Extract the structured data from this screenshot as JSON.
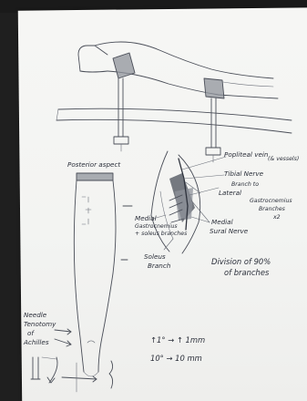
{
  "labels": {
    "posterior_aspect": "Posterior aspect",
    "popliteal_vein": "Popliteal vein",
    "popliteal_vein_note": "(& vessels)",
    "tibial_nerve": "Tibial Nerve",
    "branch_to": "Branch to",
    "lateral": "Lateral",
    "gastrocnemius_branches": "Gastrocnemius",
    "branches_x2": "Branches",
    "x2": "x2",
    "medial_gastrocnemius": "Medial",
    "gastrocnemius": "Gastrocnemius",
    "soleus_branches": "+ soleus branches",
    "medial_sural_nerve_1": "Medial",
    "medial_sural_nerve_2": "Sural Nerve",
    "soleus_branch_1": "Soleus",
    "soleus_branch_2": "Branch",
    "division_1": "Division of 90%",
    "division_2": "of branches",
    "needle_1": "Needle",
    "needle_2": "Tenotomy",
    "needle_3": "of",
    "needle_4": "Achilles",
    "formula_1": "↑1° → ↑ 1mm",
    "formula_2": "10° → 10 mm"
  }
}
